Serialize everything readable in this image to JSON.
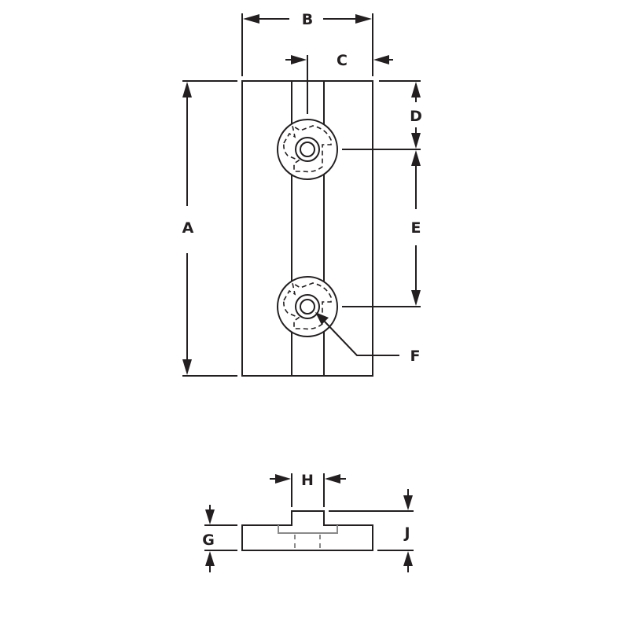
{
  "figure": {
    "type": "technical-dimension-drawing",
    "views": [
      "top-view",
      "side-view"
    ],
    "line_color": "#231f20",
    "hidden_line_color": "#8a8a8a",
    "background": "#ffffff"
  },
  "top_view": {
    "dimensions": {
      "A": "A",
      "B": "B",
      "C": "C",
      "D": "D",
      "E": "E",
      "F": "F"
    },
    "features": [
      "outer-plate",
      "center-slot",
      "upper-fastener",
      "lower-fastener"
    ]
  },
  "side_view": {
    "dimensions": {
      "G": "G",
      "H": "H",
      "J": "J"
    },
    "features": [
      "base-plate",
      "raised-tongue",
      "hidden-insert"
    ]
  }
}
